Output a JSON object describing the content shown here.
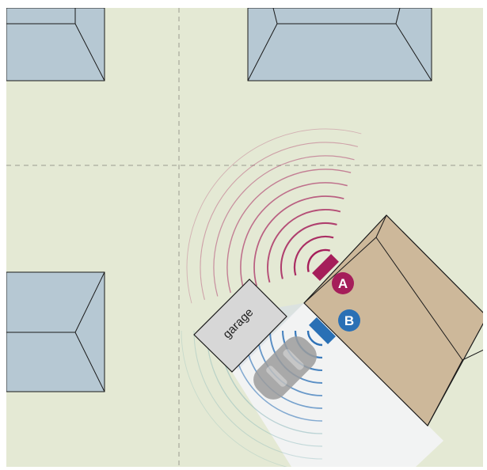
{
  "labels": {
    "garage": "garage",
    "marker_a": "A",
    "marker_b": "B"
  },
  "colors": {
    "lawn": "#e4e9d4",
    "road_line": "#9a9a90",
    "neighbor_roof": "#b6c8d3",
    "outline": "#1a1a1a",
    "main_roof": "#cdb89a",
    "garage": "#d7d7d7",
    "driveway": "#f2f3f3",
    "coverage_light": "#d6dde8",
    "car_gray": "#9d9d9d",
    "sensor_a": "#a51e5a",
    "sensor_b": "#2a70b5",
    "arcs_a": "#a51e5a",
    "arcs_b": "#2f72b7",
    "arcs_b_outer": "#7fb2b5",
    "marker_text": "#ffffff"
  },
  "icons": {
    "sensor_a": "rectangular-sensor-icon",
    "sensor_b": "rectangular-sensor-icon",
    "car": "car-top-view-icon"
  },
  "sensors": {
    "a": {
      "wave_rings": 10,
      "beam_spread_deg": 120
    },
    "b": {
      "wave_rings": 11,
      "beam_spread_deg": 90
    }
  }
}
